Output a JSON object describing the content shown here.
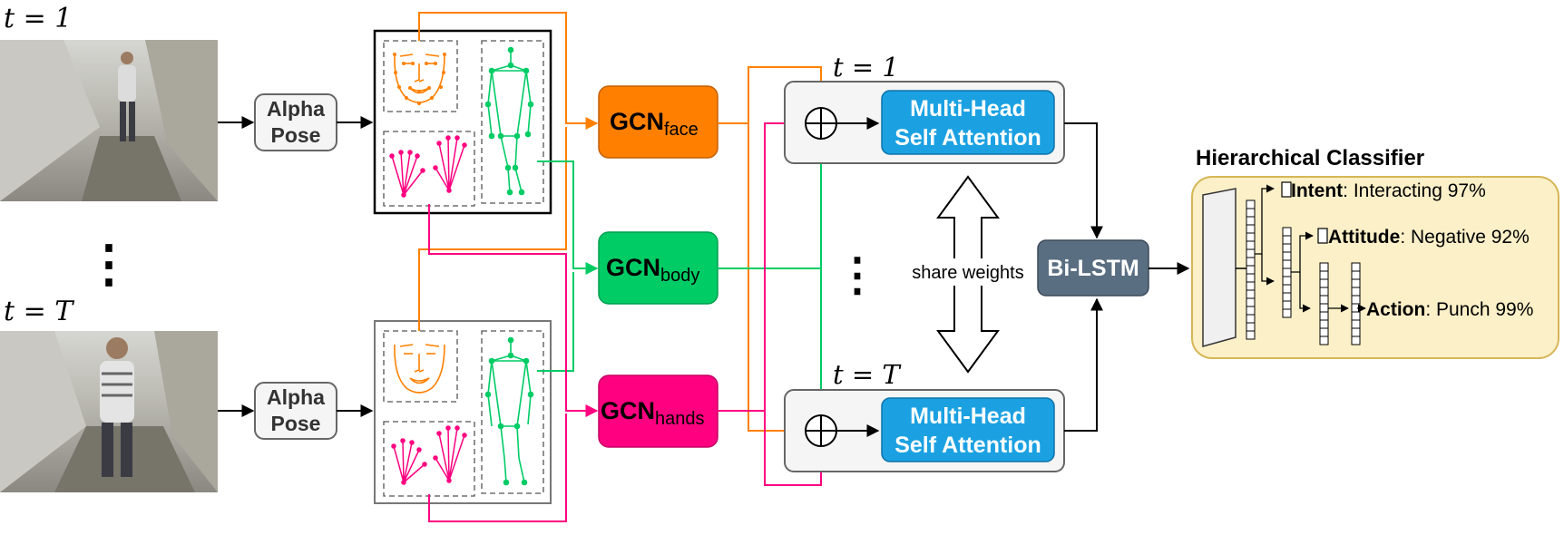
{
  "frames": [
    {
      "time_label": "t = 1",
      "pose_label_line1": "Alpha",
      "pose_label_line2": "Pose"
    },
    {
      "time_label": "t = T",
      "pose_label_line1": "Alpha",
      "pose_label_line2": "Pose"
    }
  ],
  "frames_ellipsis": "⋮",
  "gcn": {
    "prefix": "GCN",
    "face": {
      "subscript": "face",
      "color": "#ff8000"
    },
    "body": {
      "subscript": "body",
      "color": "#00cc66"
    },
    "hands": {
      "subscript": "hands",
      "color": "#ff0080"
    }
  },
  "attention": {
    "line1": "Multi-Head",
    "line2": "Self Attention",
    "color": "#1ba1e2",
    "top_time": "t = 1",
    "bottom_time": "t = T"
  },
  "attention_ellipsis": "⋮",
  "share_weights": "share weights",
  "bilstm": {
    "label": "Bi-LSTM",
    "color": "#5a6e82"
  },
  "classifier": {
    "title": "Hierarchical Classifier",
    "background": "#fcf0c8",
    "outputs": [
      {
        "name": "Intent",
        "value": ": Interacting 97%"
      },
      {
        "name": "Attitude",
        "value": ": Negative 92%"
      },
      {
        "name": "Action",
        "value": ": Punch 99%"
      }
    ]
  }
}
